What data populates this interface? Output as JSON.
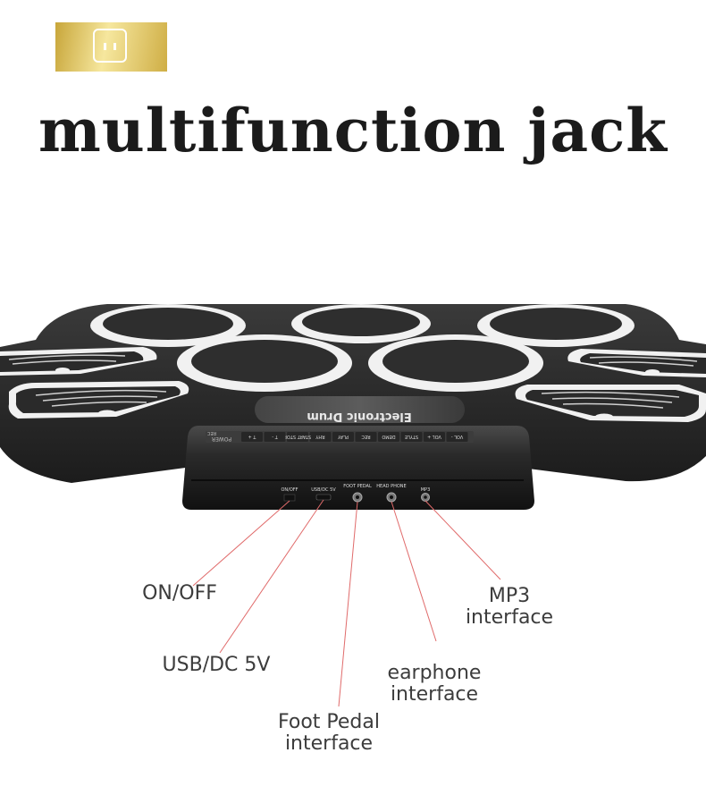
{
  "heading": "multifunction jack",
  "badge_icon": "power-socket-icon",
  "product": {
    "brand_panel": "Electronic Drum",
    "buttons": [
      "VOL -",
      "VOL +",
      "STYLE",
      "DEMO",
      "REC",
      "PLAY",
      "RHY",
      "START STOP",
      "T -",
      "T +"
    ],
    "power_label": "POWER",
    "rec_label": "REC",
    "ports": {
      "onoff": "ON/OFF",
      "usb": "USB/DC 5V",
      "pedal": "FOOT PEDAL",
      "headphone": "HEAD PHONE",
      "mp3": "MP3"
    }
  },
  "callouts": {
    "onoff": "ON/OFF",
    "usb": "USB/DC 5V",
    "pedal_line1": "Foot Pedal",
    "pedal_line2": "interface",
    "earphone_line1": "earphone",
    "earphone_line2": "interface",
    "mp3_line1": "MP3",
    "mp3_line2": "interface"
  },
  "colors": {
    "badge_gold": "#e3c763",
    "leader_line": "#e06a6a",
    "pad_dark": "#2b2b2b",
    "pad_rim": "#f1f1f1"
  }
}
